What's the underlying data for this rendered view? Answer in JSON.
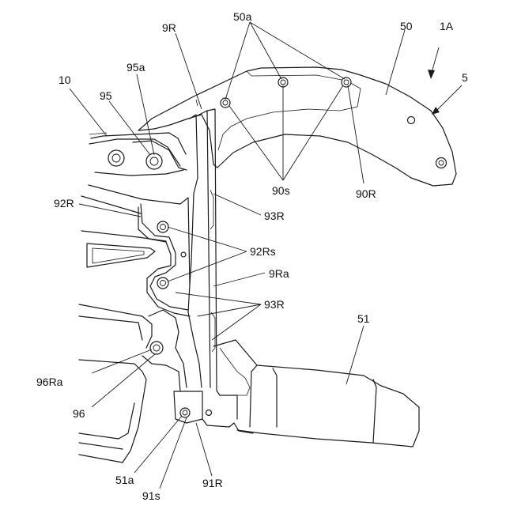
{
  "labels": {
    "l_1A": "1A",
    "l_50": "50",
    "l_50a": "50a",
    "l_5": "5",
    "l_9R": "9R",
    "l_95a": "95a",
    "l_10": "10",
    "l_95": "95",
    "l_92R": "92R",
    "l_92Rs": "92Rs",
    "l_9Ra": "9Ra",
    "l_93R_top": "93R",
    "l_93R_mid": "93R",
    "l_90s": "90s",
    "l_90R": "90R",
    "l_51": "51",
    "l_96Ra": "96Ra",
    "l_96": "96",
    "l_51a": "51a",
    "l_91s": "91s",
    "l_91R": "91R"
  }
}
